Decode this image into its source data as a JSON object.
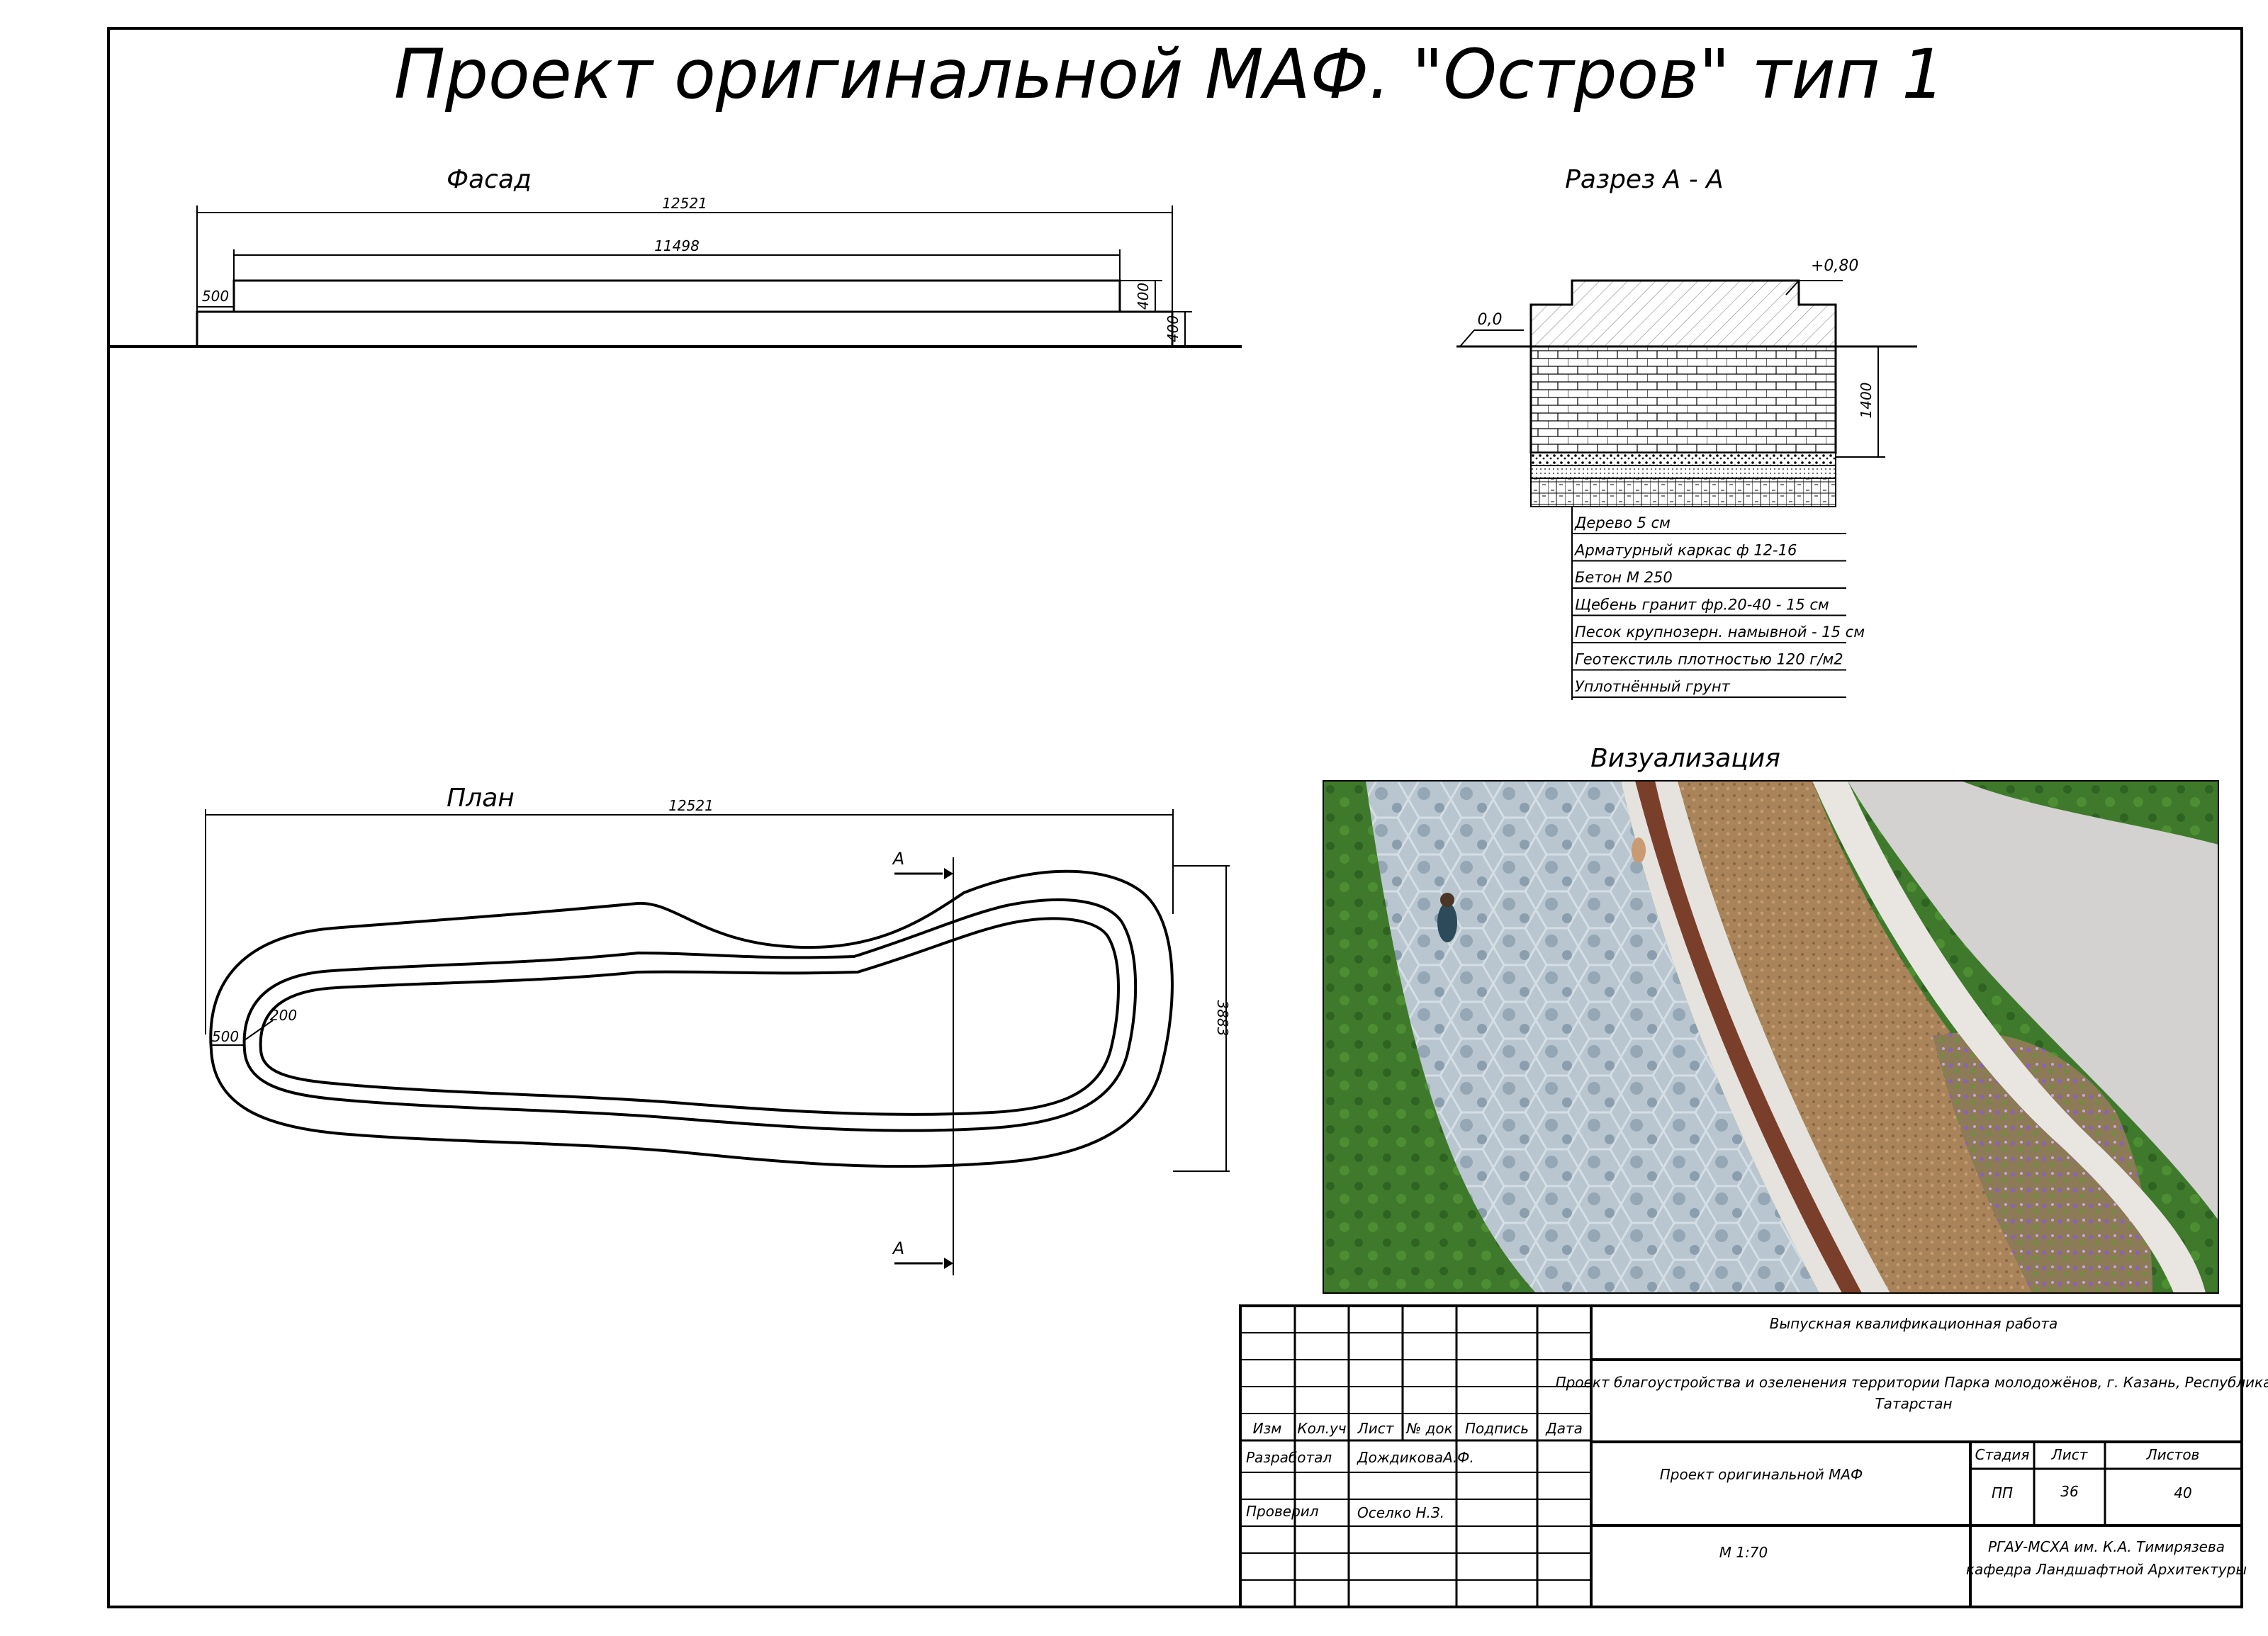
{
  "title": "Проект оригинальной МАФ. \"Остров\" тип 1",
  "facade": {
    "label": "Фасад",
    "dim_total": "12521",
    "dim_inner": "11498",
    "dim_step": "500",
    "dim_h1": "400",
    "dim_h2": "400"
  },
  "section": {
    "label": "Разрез А - А",
    "level_top": "+0,80",
    "level_ground": "0,0",
    "dim_depth": "1400",
    "layers": [
      "Дерево 5 см",
      "Арматурный каркас ф 12-16",
      "Бетон М 250",
      "Щебень гранит фр.20-40 - 15 см",
      "Песок крупнозерн. намывной - 15 см",
      "Геотекстиль плотностью 120 г/м2",
      "Уплотнённый грунт"
    ]
  },
  "plan": {
    "label": "План",
    "dim_length": "12521",
    "dim_width": "3883",
    "dim_outer": "500",
    "dim_inner": "200",
    "cut_label_top": "А",
    "cut_label_bottom": "А"
  },
  "visual": {
    "label": "Визуализация"
  },
  "titleblock": {
    "col_headers": [
      "Изм",
      "Кол.уч",
      "Лист",
      "№ док",
      "Подпись",
      "Дата"
    ],
    "developed_role": "Разработал",
    "developed_name": "ДождиковаА.Ф.",
    "checked_role": "Проверил",
    "checked_name": "Оселко Н.З.",
    "work_type": "Выпускная квалификационная работа",
    "project_line1": "Проект благоустройства и озеленения территории Парка молодожёнов, г. Казань, Республика",
    "project_line2": "Татарстан",
    "sheet_title": "Проект оригинальной МАФ",
    "scale": "М 1:70",
    "stage_label": "Стадия",
    "sheet_label": "Лист",
    "sheets_label": "Листов",
    "stage_value": "ПП",
    "sheet_value": "36",
    "sheets_value": "40",
    "org_line1": "РГАУ-МСХА им. К.А. Тимирязева",
    "org_line2": "кафедра Ландшафтной Архитектуры"
  }
}
